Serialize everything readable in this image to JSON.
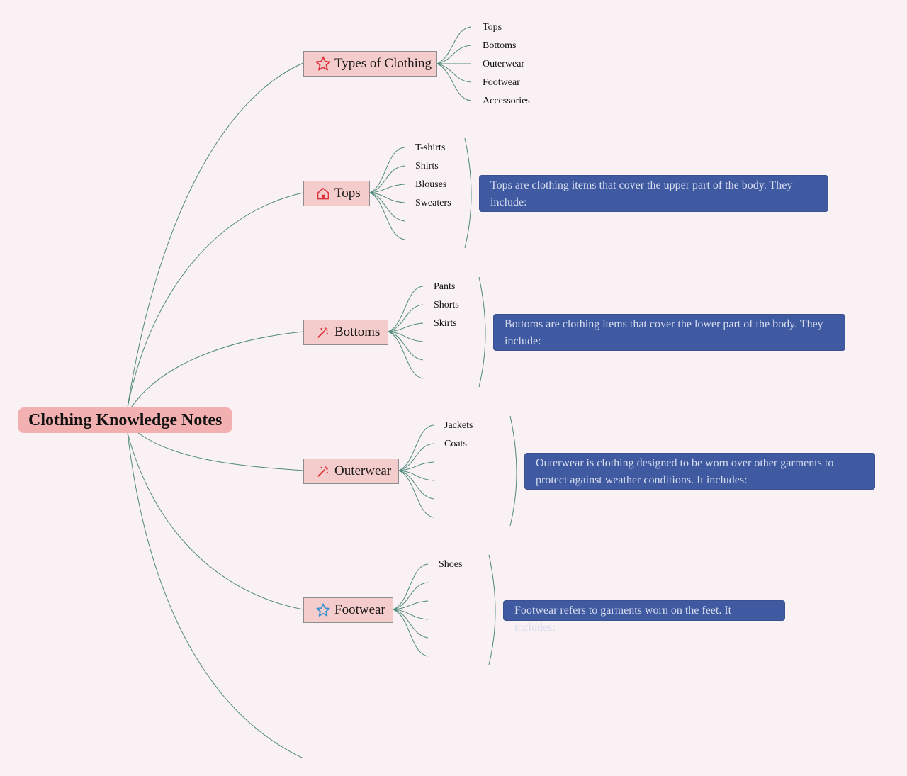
{
  "root": {
    "label": "Clothing Knowledge Notes"
  },
  "topics": [
    {
      "label": "Types of Clothing",
      "icon": "star-outline-icon",
      "children": [
        "Tops",
        "Bottoms",
        "Outerwear",
        "Footwear",
        "Accessories"
      ],
      "note": ""
    },
    {
      "label": "Tops",
      "icon": "home-icon",
      "children": [
        "T-shirts",
        "Shirts",
        "Blouses",
        "Sweaters",
        "",
        ""
      ],
      "note": "Tops are clothing items that cover the upper part of the body. They include:"
    },
    {
      "label": "Bottoms",
      "icon": "magic-wand-icon",
      "children": [
        "Pants",
        "Shorts",
        "Skirts",
        "",
        "",
        ""
      ],
      "note": "Bottoms are clothing items that cover the lower part of the body. They include:"
    },
    {
      "label": "Outerwear",
      "icon": "magic-wand-icon",
      "children": [
        "Jackets",
        "Coats",
        "",
        "",
        "",
        ""
      ],
      "note": "Outerwear is clothing designed to be worn over other garments to protect against weather conditions. It includes:"
    },
    {
      "label": "Footwear",
      "icon": "star-outline-icon",
      "children": [
        "Shoes",
        "",
        "",
        "",
        "",
        ""
      ],
      "note": "Footwear refers to garments worn on the feet. It includes:"
    }
  ],
  "colors": {
    "background": "#f9f1f3",
    "root_fill": "#f2b0b0",
    "topic_fill": "#f4cccb",
    "connector": "#4e8a7a",
    "note_fill": "#3f5aa0",
    "note_text": "#d7dcef",
    "icon_red": "#e0323c",
    "icon_blue": "#3a8fd0"
  }
}
